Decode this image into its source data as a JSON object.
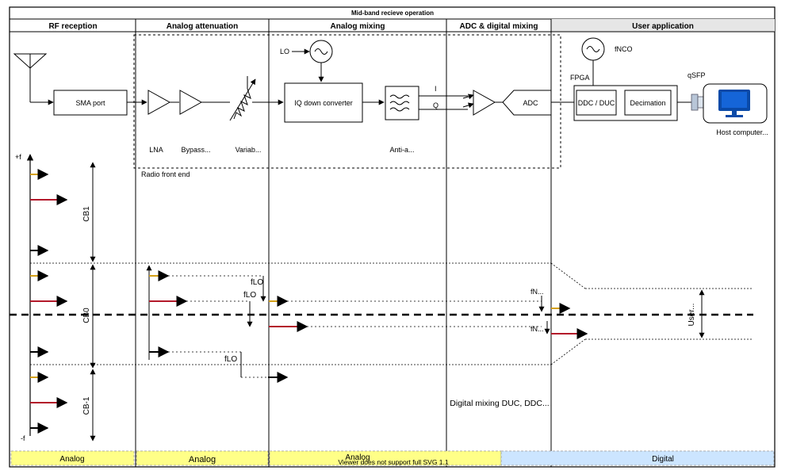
{
  "title": "Mid-band recieve operation",
  "lanes": [
    {
      "label": "RF reception"
    },
    {
      "label": "Analog attenuation"
    },
    {
      "label": "Analog mixing"
    },
    {
      "label": "ADC & digital mixing"
    },
    {
      "label": "User application"
    }
  ],
  "blocks": {
    "sma_port": "SMA port",
    "iq_down_converter": "IQ down converter",
    "adc": "ADC",
    "ddc_duc": "DDC / DUC",
    "decimation": "Decimation"
  },
  "labels": {
    "lo": "LO",
    "fnco": "fNCO",
    "fpga": "FPGA",
    "qsfp": "qSFP",
    "host_computer": "Host computer...",
    "lna": "LNA",
    "bypass": "Bypass...",
    "variable": "Variab...",
    "anti_alias": "Anti-a...",
    "i": "I",
    "q": "Q",
    "radio_front_end": "Radio front end",
    "plus_f": "+f",
    "minus_f": "-f",
    "cb1": "CB1",
    "cb0": "CB0",
    "cbm1": "CB-1",
    "flo_1": "fLO",
    "flo_2": "fLO",
    "flo_3": "fLO",
    "fn_1": "fN...",
    "fn_2": "fN...",
    "user_band": "User...",
    "digital_mixing": "Digital mixing DUC, DDC..."
  },
  "domain_bar": {
    "analog_1": "Analog",
    "analog_2": "Analog",
    "analog_3": "Analog",
    "digital": "Digital",
    "viewer_note": "Viewer does not support full SVG 1.1"
  },
  "colors": {
    "orange": "#d4a017",
    "red": "#b3192a",
    "black": "#000000",
    "analog_bg": "#ffff88",
    "digital_bg": "#cce5ff",
    "header_gray": "#e6e6e6",
    "monitor_blue": "#0a4aa8"
  }
}
